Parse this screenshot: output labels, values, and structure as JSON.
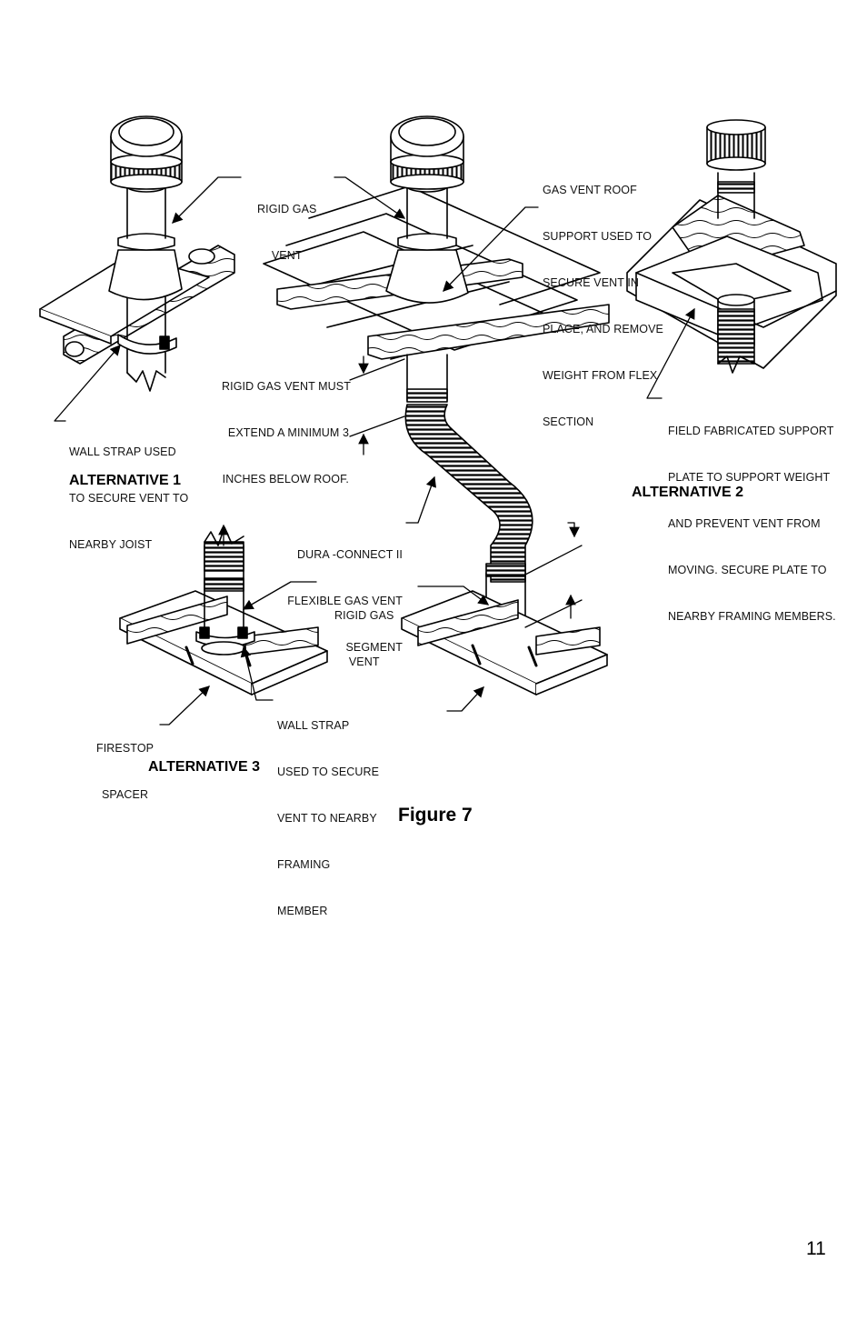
{
  "labels": {
    "rigid_gas_vent_top": [
      "RIGID GAS",
      "VENT"
    ],
    "roof_support": [
      "GAS VENT ROOF",
      "SUPPORT USED TO",
      "SECURE VENT IN",
      "PLACE, AND REMOVE",
      "WEIGHT FROM FLEX",
      "SECTION"
    ],
    "extend_below_roof": [
      "RIGID GAS VENT MUST",
      "EXTEND A MINIMUM 3",
      "INCHES BELOW ROOF."
    ],
    "wall_strap_joist": [
      "WALL STRAP USED",
      "TO SECURE VENT TO",
      "NEARBY JOIST"
    ],
    "field_plate": [
      "FIELD FABRICATED SUPPORT",
      "PLATE TO SUPPORT WEIGHT",
      "AND PREVENT VENT FROM",
      "MOVING. SECURE PLATE TO",
      "NEARBY FRAMING MEMBERS."
    ],
    "dura_connect": [
      "DURA -CONNECT II",
      "FLEXIBLE GAS VENT",
      "SEGMENT"
    ],
    "rigid_gas_vent_bottom": [
      "RIGID GAS",
      "VENT"
    ],
    "firestop_spacer": [
      "FIRESTOP",
      "SPACER"
    ],
    "wall_strap_framing": [
      "WALL STRAP",
      "USED TO SECURE",
      "VENT TO NEARBY",
      "FRAMING",
      "MEMBER"
    ]
  },
  "alternatives": {
    "alt1": "ALTERNATIVE 1",
    "alt2": "ALTERNATIVE 2",
    "alt3": "ALTERNATIVE 3"
  },
  "figure_caption": "Figure 7",
  "page_number": "11"
}
